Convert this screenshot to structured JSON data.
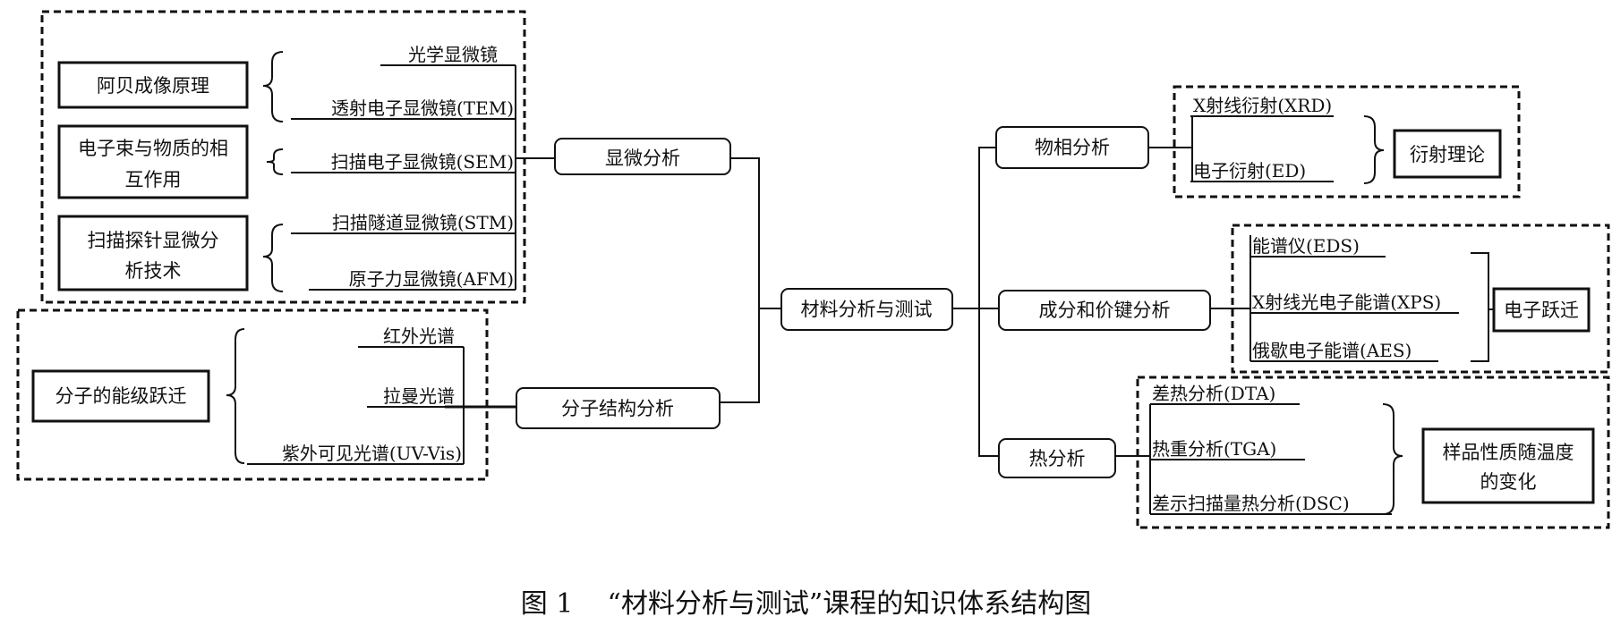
{
  "center": "材料分析与测试",
  "branches": {
    "microscopy": {
      "label": "显微分析",
      "principles": [
        [
          "阿贝成像原理"
        ],
        [
          "电子束与物质的相",
          "互作用"
        ],
        [
          "扫描探针显微分",
          "析技术"
        ]
      ],
      "methods": [
        "光学显微镜",
        "透射电子显微镜(TEM)",
        "扫描电子显微镜(SEM)",
        "扫描隧道显微镜(STM)",
        "原子力显微镜(AFM)"
      ]
    },
    "molecular": {
      "label": "分子结构分析",
      "principle": "分子的能级跃迁",
      "methods": [
        "红外光谱",
        "拉曼光谱",
        "紫外可见光谱(UV-Vis)"
      ]
    },
    "phase": {
      "label": "物相分析",
      "methods": [
        "X射线衍射(XRD)",
        "电子衍射(ED)"
      ],
      "principle": "衍射理论"
    },
    "composition": {
      "label": "成分和价键分析",
      "methods": [
        "能谱仪(EDS)",
        "X射线光电子能谱(XPS)",
        "俄歇电子能谱(AES)"
      ],
      "principle": "电子跃迁"
    },
    "thermal": {
      "label": "热分析",
      "methods": [
        "差热分析(DTA)",
        "热重分析(TGA)",
        "差示扫描量热分析(DSC)"
      ],
      "principle": [
        "样品性质随温度",
        "的变化"
      ]
    }
  },
  "caption": {
    "number": "图 1",
    "title": "“材料分析与测试”课程的知识体系结构图"
  }
}
